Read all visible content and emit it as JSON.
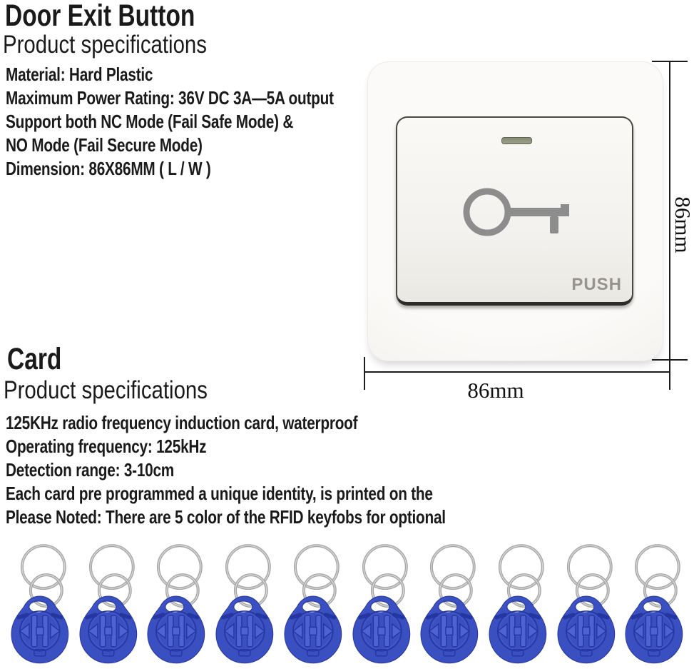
{
  "colors": {
    "background": "#ffffff",
    "text": "#1a1a1a",
    "plate": "#f6f4f1",
    "icon_gray": "#8d8d8d"
  },
  "door_exit_button": {
    "title": "Door Exit Button",
    "subtitle": "Product specifications",
    "specs": [
      "Material: Hard Plastic",
      "Maximum Power Rating: 36V DC 3A—5A output",
      "Support both NC Mode (Fail Safe Mode) &",
      "NO Mode (Fail Secure Mode)",
      "Dimension:  86X86MM ( L / W )"
    ]
  },
  "product_image": {
    "push_label": "PUSH",
    "width_label": "86mm",
    "height_label": "86mm"
  },
  "card": {
    "title": "Card",
    "subtitle": "Product specifications",
    "specs": [
      "125KHz radio frequency induction card, waterproof",
      "Operating frequency: 125kHz",
      "Detection range: 3-10cm",
      "Each card pre programmed a unique identity, is printed on the",
      "Please Noted: There are 5 color of the RFID keyfobs for optional"
    ]
  },
  "keyfobs": {
    "count": 10,
    "body_color": "#3a4fc0",
    "detail_color": "#2636a0",
    "highlight_color": "#4e63d2",
    "ring_color": "#a6a6a6"
  }
}
